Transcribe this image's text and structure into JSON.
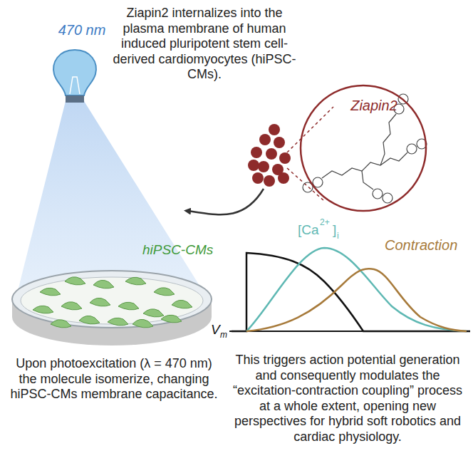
{
  "diagram": {
    "title": "Ziapin2 internalizes into the plasma membrane of human induced pluripotent stem cell-derived cardiomyocytes (hiPSC-CMs).",
    "nodes": [
      {
        "text": [
          "Ziapin2"
        ]
      }
    ],
    "labels": [
      "470 nm",
      "hiPSC-CMs",
      "[Ca",
      "2+",
      "]",
      "i",
      "Contraction",
      "V",
      "m",
      "Upon  photoexcitation (λ = 470 nm) the molecule  isomerize, changing hiPSC-CMs membrane capacitance.",
      "This triggers action potential generation and consequently modulates the “excitation-contraction coupling” process at a whole extent, opening new perspectives for hybrid soft robotics and cardiac physiology."
    ]
  }
}
